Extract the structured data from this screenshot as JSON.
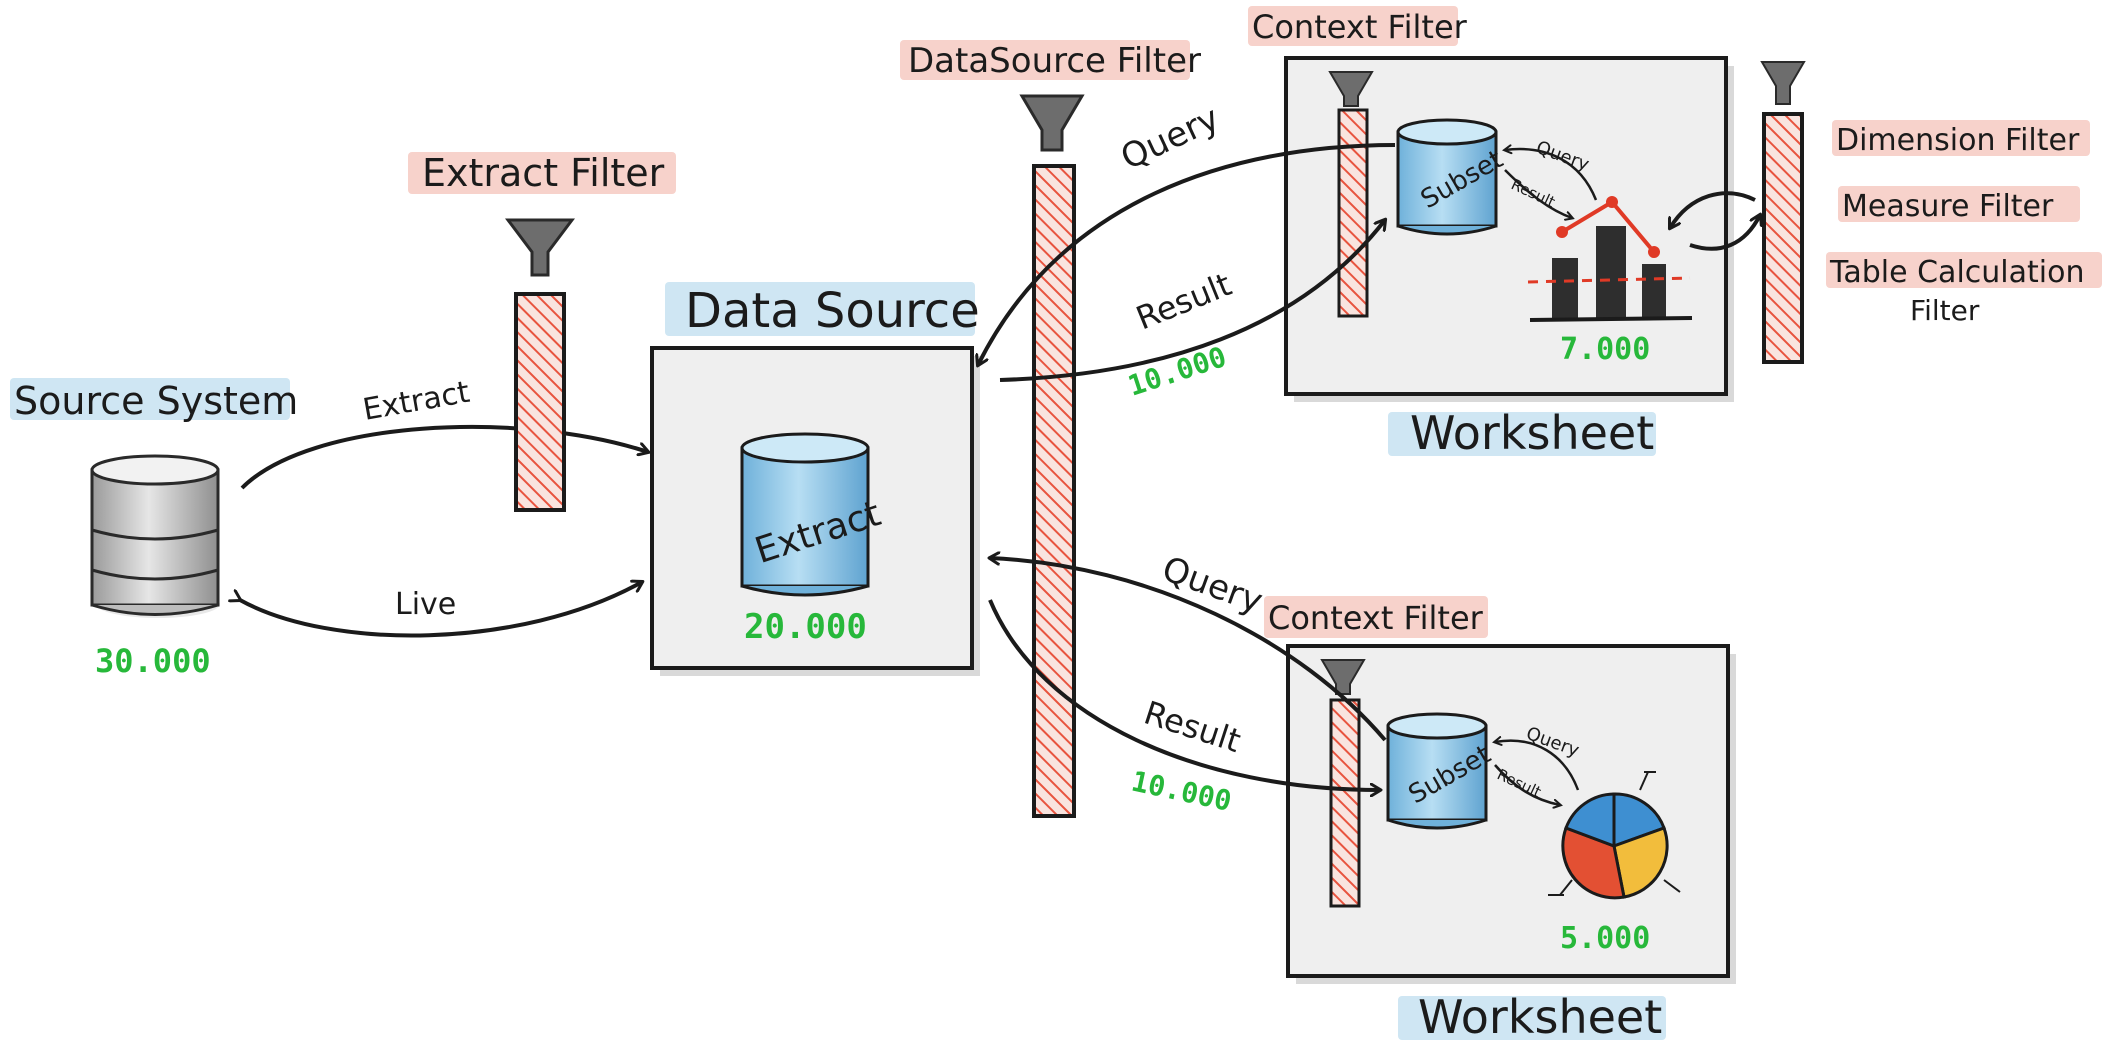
{
  "colors": {
    "label_blue": "#cfe6f3",
    "label_pink": "#f7d2cb",
    "filter_red": "#e8543f",
    "count_green": "#27b83a",
    "cyl_blue": "#8fc6e6",
    "frame_fill": "#ededed",
    "pie_blue": "#3e8fd1",
    "pie_yellow": "#f2bd3c",
    "pie_red": "#e35033",
    "line_red": "#e03a26",
    "bar_dark": "#2e2e2e"
  },
  "source_system": {
    "title": "Source System",
    "count": "30.000"
  },
  "connections": {
    "extract_label": "Extract",
    "live_label": "Live"
  },
  "extract_filter": {
    "title": "Extract Filter"
  },
  "data_source": {
    "title": "Data Source",
    "cylinder_label": "Extract",
    "count": "20.000"
  },
  "data_source_filter": {
    "title": "DataSource Filter"
  },
  "worksheet_top": {
    "context_filter": "Context Filter",
    "query_label": "Query",
    "result_label": "Result",
    "result_count": "10.000",
    "subset_label": "Subset",
    "inner_query": "Query",
    "inner_result": "Result",
    "count": "7.000",
    "title": "Worksheet"
  },
  "worksheet_bottom": {
    "context_filter": "Context Filter",
    "query_label": "Query",
    "result_label": "Result",
    "result_count": "10.000",
    "subset_label": "Subset",
    "inner_query": "Query",
    "inner_result": "Result",
    "count": "5.000",
    "title": "Worksheet"
  },
  "worksheet_filters": {
    "dimension": "Dimension Filter",
    "measure": "Measure Filter",
    "table_calc_line1": "Table Calculation",
    "table_calc_line2": "Filter"
  }
}
